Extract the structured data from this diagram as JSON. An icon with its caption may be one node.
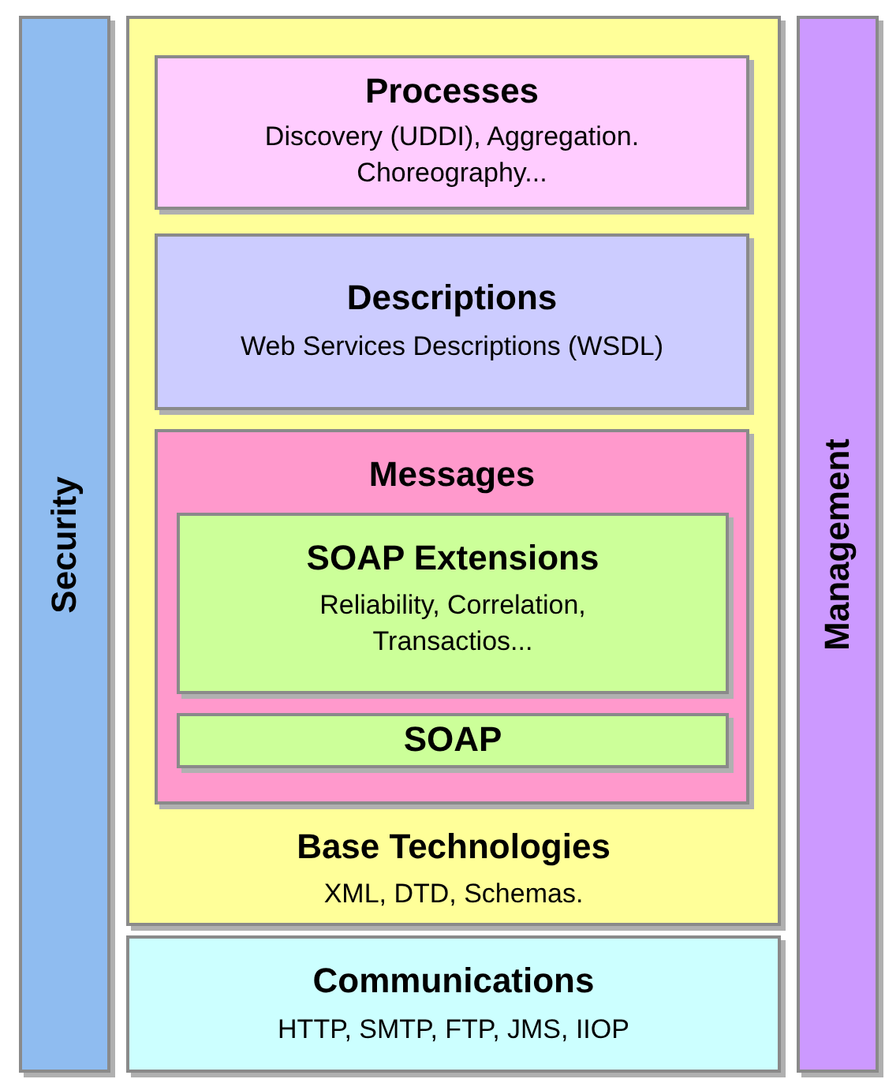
{
  "diagram": {
    "nodes": [
      {
        "text": [
          "Security"
        ]
      },
      {
        "text": [
          "Base Technologies",
          "XML, DTD, Schemas."
        ]
      },
      {
        "text": [
          "Processes",
          "Discovery (UDDI), Aggregation. Choreography..."
        ],
        "in": 1
      },
      {
        "text": [
          "Descriptions",
          "Web Services Descriptions (WSDL)"
        ],
        "in": 1
      },
      {
        "text": [
          "Messages"
        ],
        "in": 1
      },
      {
        "text": [
          "SOAP Extensions",
          "Reliability, Correlation, Transactios..."
        ],
        "in": 4
      },
      {
        "text": [
          "SOAP"
        ],
        "in": 4
      },
      {
        "text": [
          "Communications",
          "HTTP, SMTP, FTP, JMS, IIOP"
        ]
      },
      {
        "text": [
          "Management"
        ]
      }
    ],
    "edges": []
  }
}
